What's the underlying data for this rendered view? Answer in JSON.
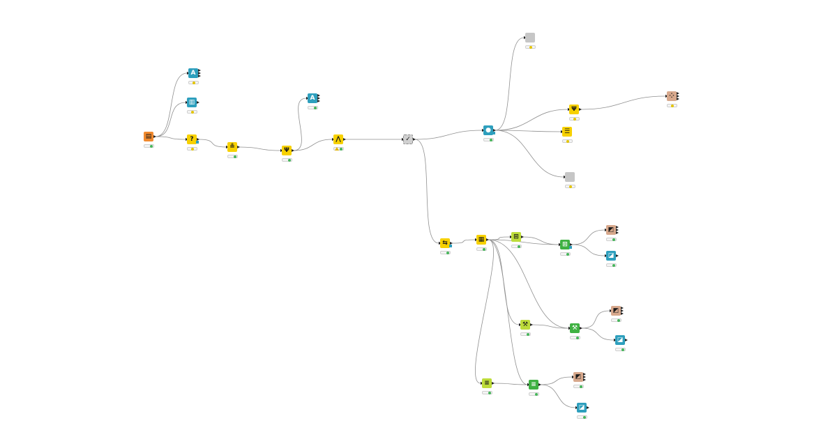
{
  "colors": {
    "source": "#f0892e",
    "manipulator": "#f7d100",
    "learner": "#bddc3a",
    "predictor": "#3fb142",
    "view": "#2e9fbd",
    "visualizer": "#d7a88c",
    "metanode": "#d0d0d0",
    "empty": "#c6c6c6",
    "edge": "#8f8f8f",
    "status_ok": "#46b65a",
    "status_configured": "#e4c500",
    "flow_port": "#2e9fbd"
  },
  "nodes": [
    {
      "id": "n1",
      "icon": "file-reader-icon",
      "category": "source",
      "glyph": "▤",
      "status": "ok"
    },
    {
      "id": "n2",
      "icon": "data-explorer-icon",
      "category": "view",
      "glyph": "A",
      "status": "configured"
    },
    {
      "id": "n3",
      "icon": "statistics-view-icon",
      "category": "view",
      "glyph": "▥",
      "status": "configured"
    },
    {
      "id": "n4",
      "icon": "missing-value-icon",
      "category": "manipulator",
      "glyph": "?",
      "status": "configured"
    },
    {
      "id": "n5",
      "icon": "normalizer-icon",
      "category": "manipulator",
      "glyph": "≗",
      "status": "ok"
    },
    {
      "id": "n6",
      "icon": "column-filter-icon",
      "category": "manipulator",
      "glyph": "Ψ",
      "status": "ok"
    },
    {
      "id": "n7",
      "icon": "data-explorer-icon",
      "category": "view",
      "glyph": "A",
      "status": "ok"
    },
    {
      "id": "n8",
      "icon": "column-combiner-icon",
      "category": "manipulator",
      "glyph": "⋀",
      "status": "ok"
    },
    {
      "id": "n9",
      "icon": "metanode-check-icon",
      "category": "metanode",
      "glyph": "✓",
      "status": "none"
    },
    {
      "id": "n10",
      "icon": "color-manager-icon",
      "category": "view",
      "glyph": "●",
      "status": "ok"
    },
    {
      "id": "n11",
      "icon": "empty-node-icon",
      "category": "empty",
      "glyph": "",
      "status": "configured"
    },
    {
      "id": "n12",
      "icon": "column-filter-icon",
      "category": "manipulator",
      "glyph": "Ψ",
      "status": "configured"
    },
    {
      "id": "n13",
      "icon": "row-filter-icon",
      "category": "manipulator",
      "glyph": "☰",
      "status": "configured"
    },
    {
      "id": "n14",
      "icon": "empty-node-icon",
      "category": "empty",
      "glyph": "",
      "status": "configured"
    },
    {
      "id": "n15",
      "icon": "scatter-plot-icon",
      "category": "visualizer",
      "glyph": "⁘",
      "status": "configured"
    },
    {
      "id": "n16",
      "icon": "partitioning-icon",
      "category": "manipulator",
      "glyph": "⇆",
      "status": "ok"
    },
    {
      "id": "n17",
      "icon": "x-partitioner-icon",
      "category": "manipulator",
      "glyph": "▦",
      "status": "ok"
    },
    {
      "id": "n18",
      "icon": "decision-tree-learner-icon",
      "category": "learner",
      "glyph": "⊞",
      "status": "ok"
    },
    {
      "id": "n19",
      "icon": "decision-tree-predictor-icon",
      "category": "predictor",
      "glyph": "⊞",
      "status": "ok"
    },
    {
      "id": "n20",
      "icon": "scorer-icon",
      "category": "visualizer",
      "glyph": "◩",
      "status": "ok"
    },
    {
      "id": "n21",
      "icon": "table-view-icon",
      "category": "view",
      "glyph": "◪",
      "status": "ok"
    },
    {
      "id": "n22",
      "icon": "rf-learner-icon",
      "category": "learner",
      "glyph": "⚒",
      "status": "ok"
    },
    {
      "id": "n23",
      "icon": "rf-predictor-icon",
      "category": "predictor",
      "glyph": "⚒",
      "status": "ok"
    },
    {
      "id": "n24",
      "icon": "scorer-icon",
      "category": "visualizer",
      "glyph": "◩",
      "status": "ok"
    },
    {
      "id": "n25",
      "icon": "table-view-icon",
      "category": "view",
      "glyph": "◪",
      "status": "ok"
    },
    {
      "id": "n26",
      "icon": "svm-learner-icon",
      "category": "learner",
      "glyph": "≡",
      "status": "ok"
    },
    {
      "id": "n27",
      "icon": "svm-predictor-icon",
      "category": "predictor",
      "glyph": "≡",
      "status": "ok"
    },
    {
      "id": "n28",
      "icon": "scorer-icon",
      "category": "visualizer",
      "glyph": "◩",
      "status": "ok"
    },
    {
      "id": "n29",
      "icon": "table-view-icon",
      "category": "view",
      "glyph": "◪",
      "status": "ok"
    }
  ],
  "edges": [
    [
      "n1",
      "n2"
    ],
    [
      "n1",
      "n3"
    ],
    [
      "n1",
      "n4"
    ],
    [
      "n4",
      "n5"
    ],
    [
      "n5",
      "n6"
    ],
    [
      "n6",
      "n7"
    ],
    [
      "n6",
      "n8"
    ],
    [
      "n8",
      "n9"
    ],
    [
      "n9",
      "n10"
    ],
    [
      "n10",
      "n11"
    ],
    [
      "n10",
      "n12"
    ],
    [
      "n10",
      "n13"
    ],
    [
      "n10",
      "n14"
    ],
    [
      "n12",
      "n15"
    ],
    [
      "n9",
      "n16"
    ],
    [
      "n16",
      "n17"
    ],
    [
      "n17",
      "n18"
    ],
    [
      "n18",
      "n19"
    ],
    [
      "n17",
      "n19"
    ],
    [
      "n19",
      "n20"
    ],
    [
      "n19",
      "n21"
    ],
    [
      "n17",
      "n22"
    ],
    [
      "n22",
      "n23"
    ],
    [
      "n17",
      "n23"
    ],
    [
      "n23",
      "n24"
    ],
    [
      "n23",
      "n25"
    ],
    [
      "n17",
      "n26"
    ],
    [
      "n26",
      "n27"
    ],
    [
      "n17",
      "n27"
    ],
    [
      "n27",
      "n28"
    ],
    [
      "n27",
      "n29"
    ]
  ]
}
